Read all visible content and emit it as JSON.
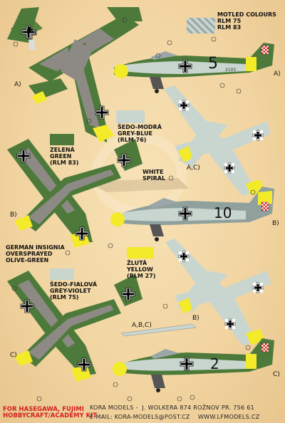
{
  "legend": {
    "mottled": {
      "line1": "MOTLED COLOURS",
      "line2": "RLM 75",
      "line3": "RLM 83"
    },
    "blue": {
      "line1": "ŠEDO-MODRÁ",
      "line2": "GREY-BLUE",
      "line3": "(RLM 76)"
    },
    "green": {
      "line1": "ZELENÁ",
      "line2": "GREEN",
      "line3": "(RLM 83)"
    },
    "insignia": {
      "line1": "GERMAN INSIGNIA",
      "line2": "OVERSPRAYED",
      "line3": "OLIVE-GREEN"
    },
    "violet": {
      "line1": "ŠEDO-FIALOVÁ",
      "line2": "GREY-VIOLET",
      "line3": "(RLM 75)"
    },
    "yellow": {
      "line1": "ŽLUTÁ",
      "line2": "YELLOW",
      "line3": "(RLM 27)"
    },
    "white_spiral": {
      "line1": "WHITE",
      "line2": "SPIRAL"
    }
  },
  "variant_labels": {
    "a_left": "A)",
    "a_right": "A)",
    "ac": "A,C)",
    "b_left": "B)",
    "b_right": "B)",
    "abc": "A,B,C)",
    "b_small": "B)",
    "c_left": "C)",
    "c_right": "C)"
  },
  "codes": {
    "a": "5",
    "a_serial": "2105",
    "b": "10",
    "c": "2"
  },
  "footer": {
    "left_line1": "FOR HASEGAWA, FUJIMI",
    "left_line2": "HOBBYCRAFT/ACADEMY KIT",
    "right_line1": "KORA MODELS -  J. WOLKERA 874 ROŽNOV PR. 756 61",
    "right_line2": "E-MAIL: KORA-MODELS@POST.CZ    WWW.LFMODELS.CZ"
  },
  "colors": {
    "background": "#f1d4a0",
    "green": "#4d7a3a",
    "violet_grey": "#8d8a86",
    "grey_blue": "#c9d6cf",
    "yellow": "#f3ea2a",
    "red": "#d3201c"
  }
}
